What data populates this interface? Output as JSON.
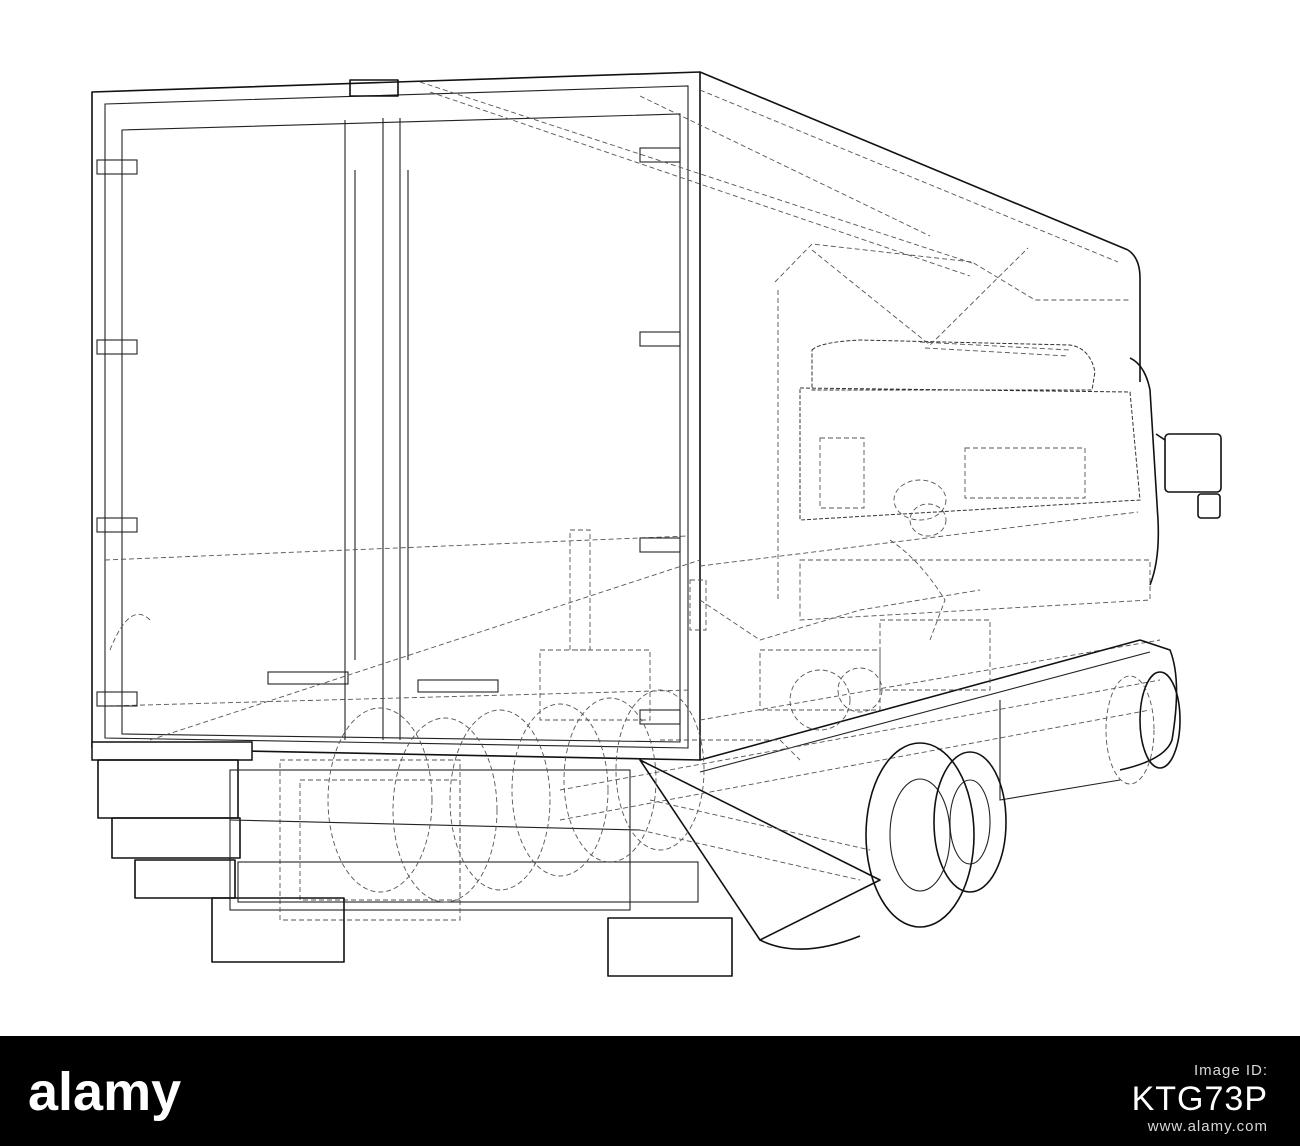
{
  "footer": {
    "logo_text": "alamy",
    "image_id_label": "Image ID:",
    "image_id": "KTG73P",
    "site": "www.alamy.com"
  },
  "colors": {
    "background": "#ffffff",
    "line": "#111111",
    "footer_bg": "#000000",
    "footer_text": "#ffffff"
  }
}
